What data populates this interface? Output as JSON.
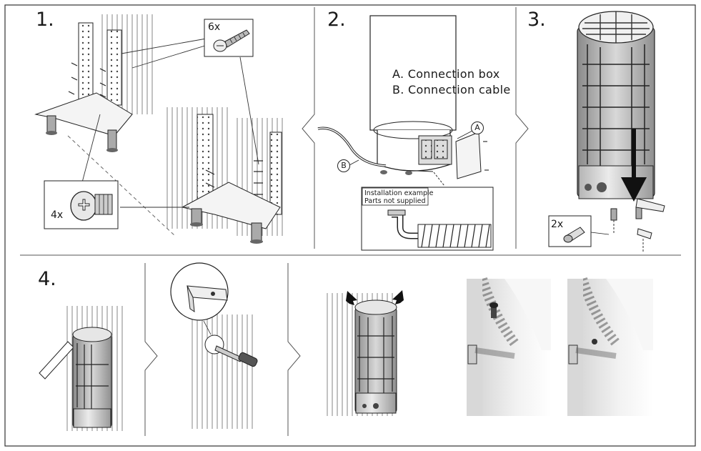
{
  "steps": [
    {
      "number": "1."
    },
    {
      "number": "2."
    },
    {
      "number": "3."
    },
    {
      "number": "4."
    }
  ],
  "step1": {
    "screws_qty": "6x",
    "bolts_qty": "4x"
  },
  "step2": {
    "legend_a": "A. Connection box",
    "legend_b": "B. Connection cable",
    "marker_a": "A",
    "marker_b": "B",
    "installation_line1": "Installation example",
    "installation_line2": "Parts not supplied"
  },
  "step3": {
    "feet_qty": "2x"
  }
}
